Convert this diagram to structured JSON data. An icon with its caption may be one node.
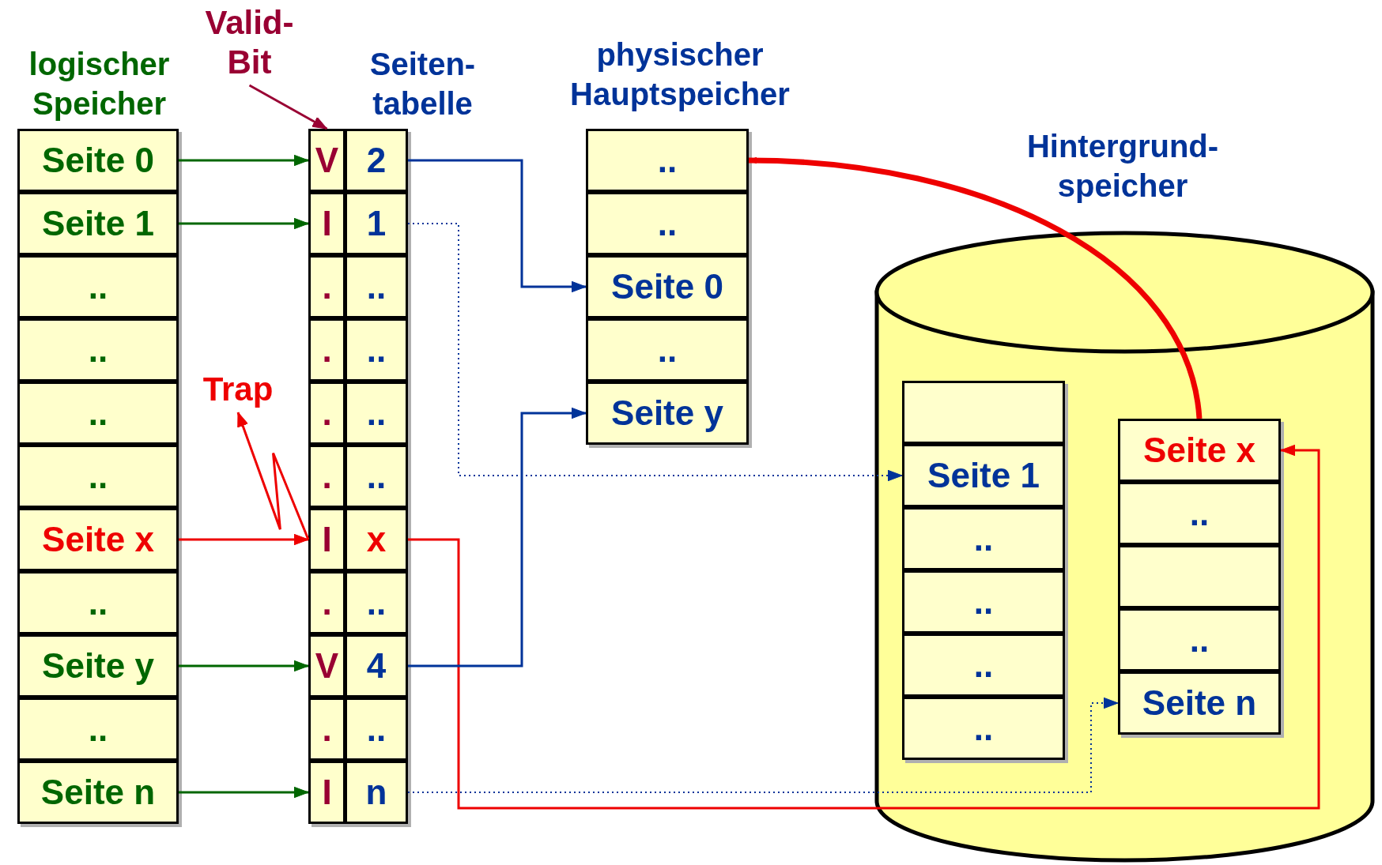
{
  "diagram": {
    "nodes": [
      {
        "text": [
          "logischer Speicher"
        ]
      },
      {
        "text": [
          "Seite 0"
        ],
        "in": 0
      },
      {
        "text": [
          "Seite 1"
        ],
        "in": 0
      },
      {
        "text": [
          ".."
        ],
        "in": 0
      },
      {
        "text": [
          ".."
        ],
        "in": 0
      },
      {
        "text": [
          ".."
        ],
        "in": 0
      },
      {
        "text": [
          ".."
        ],
        "in": 0
      },
      {
        "text": [
          "Seite x"
        ],
        "in": 0
      },
      {
        "text": [
          ".."
        ],
        "in": 0
      },
      {
        "text": [
          "Seite y"
        ],
        "in": 0
      },
      {
        "text": [
          ".."
        ],
        "in": 0
      },
      {
        "text": [
          "Seite n"
        ],
        "in": 0
      },
      {
        "text": [
          "Seiten- tabelle"
        ]
      },
      {
        "text": [
          "V"
        ],
        "in": 12
      },
      {
        "text": [
          "2"
        ],
        "in": 12
      },
      {
        "text": [
          "I"
        ],
        "in": 12
      },
      {
        "text": [
          "1"
        ],
        "in": 12
      },
      {
        "text": [
          "."
        ],
        "in": 12
      },
      {
        "text": [
          ".."
        ],
        "in": 12
      },
      {
        "text": [
          "."
        ],
        "in": 12
      },
      {
        "text": [
          ".."
        ],
        "in": 12
      },
      {
        "text": [
          "."
        ],
        "in": 12
      },
      {
        "text": [
          ".."
        ],
        "in": 12
      },
      {
        "text": [
          "."
        ],
        "in": 12
      },
      {
        "text": [
          ".."
        ],
        "in": 12
      },
      {
        "text": [
          "I"
        ],
        "in": 12
      },
      {
        "text": [
          "x"
        ],
        "in": 12
      },
      {
        "text": [
          "."
        ],
        "in": 12
      },
      {
        "text": [
          ".."
        ],
        "in": 12
      },
      {
        "text": [
          "V"
        ],
        "in": 12
      },
      {
        "text": [
          "4"
        ],
        "in": 12
      },
      {
        "text": [
          "."
        ],
        "in": 12
      },
      {
        "text": [
          ".."
        ],
        "in": 12
      },
      {
        "text": [
          "I"
        ],
        "in": 12
      },
      {
        "text": [
          "n"
        ],
        "in": 12
      },
      {
        "text": [
          "Valid- Bit"
        ]
      },
      {
        "text": [
          "Trap"
        ]
      },
      {
        "text": [
          "physischer Hauptspeicher"
        ]
      },
      {
        "text": [
          ".."
        ],
        "in": 37
      },
      {
        "text": [
          ".."
        ],
        "in": 37
      },
      {
        "text": [
          "Seite 0"
        ],
        "in": 37
      },
      {
        "text": [
          ".."
        ],
        "in": 37
      },
      {
        "text": [
          "Seite y"
        ],
        "in": 37
      },
      {
        "text": [
          "Hintergrund- speicher"
        ]
      },
      {
        "text": [],
        "shape": "box",
        "in": 43
      },
      {
        "text": [
          "Seite 1"
        ],
        "in": 43
      },
      {
        "text": [
          ".."
        ],
        "in": 43
      },
      {
        "text": [
          ".."
        ],
        "in": 43
      },
      {
        "text": [
          ".."
        ],
        "in": 43
      },
      {
        "text": [
          ".."
        ],
        "in": 43
      },
      {
        "text": [
          "Seite x"
        ],
        "in": 43
      },
      {
        "text": [
          ".."
        ],
        "in": 43
      },
      {
        "text": [],
        "shape": "box",
        "in": 43
      },
      {
        "text": [
          ".."
        ],
        "in": 43
      },
      {
        "text": [
          "Seite n"
        ],
        "in": 43
      }
    ],
    "edges": [
      {
        "from": 1,
        "to": 13,
        "arrow": "to"
      },
      {
        "from": 2,
        "to": 15,
        "arrow": "to"
      },
      {
        "from": 7,
        "to": 25,
        "arrow": "to",
        "color": "#ee0000"
      },
      {
        "from": 9,
        "to": 29,
        "arrow": "to"
      },
      {
        "from": 11,
        "to": 33,
        "arrow": "to"
      },
      {
        "from": 14,
        "to": 40,
        "arrow": "to",
        "color": "#003399"
      },
      {
        "from": 16,
        "to": 45,
        "arrow": "to",
        "style": "dashed",
        "color": "#003399"
      },
      {
        "from": 26,
        "to": 50,
        "arrow": "to",
        "color": "#ee0000"
      },
      {
        "from": 30,
        "to": 42,
        "arrow": "to",
        "color": "#003399"
      },
      {
        "from": 34,
        "to": 54,
        "arrow": "to",
        "style": "dashed",
        "color": "#003399"
      },
      {
        "from": 50,
        "to": 38,
        "arrow": "to",
        "style": "thick",
        "color": "#ee0000"
      },
      {
        "from": 35,
        "to": 13,
        "arrow": "to",
        "color": "#990033"
      },
      {
        "from": 25,
        "to": 36,
        "arrow": "to",
        "color": "#ee0000"
      }
    ]
  }
}
